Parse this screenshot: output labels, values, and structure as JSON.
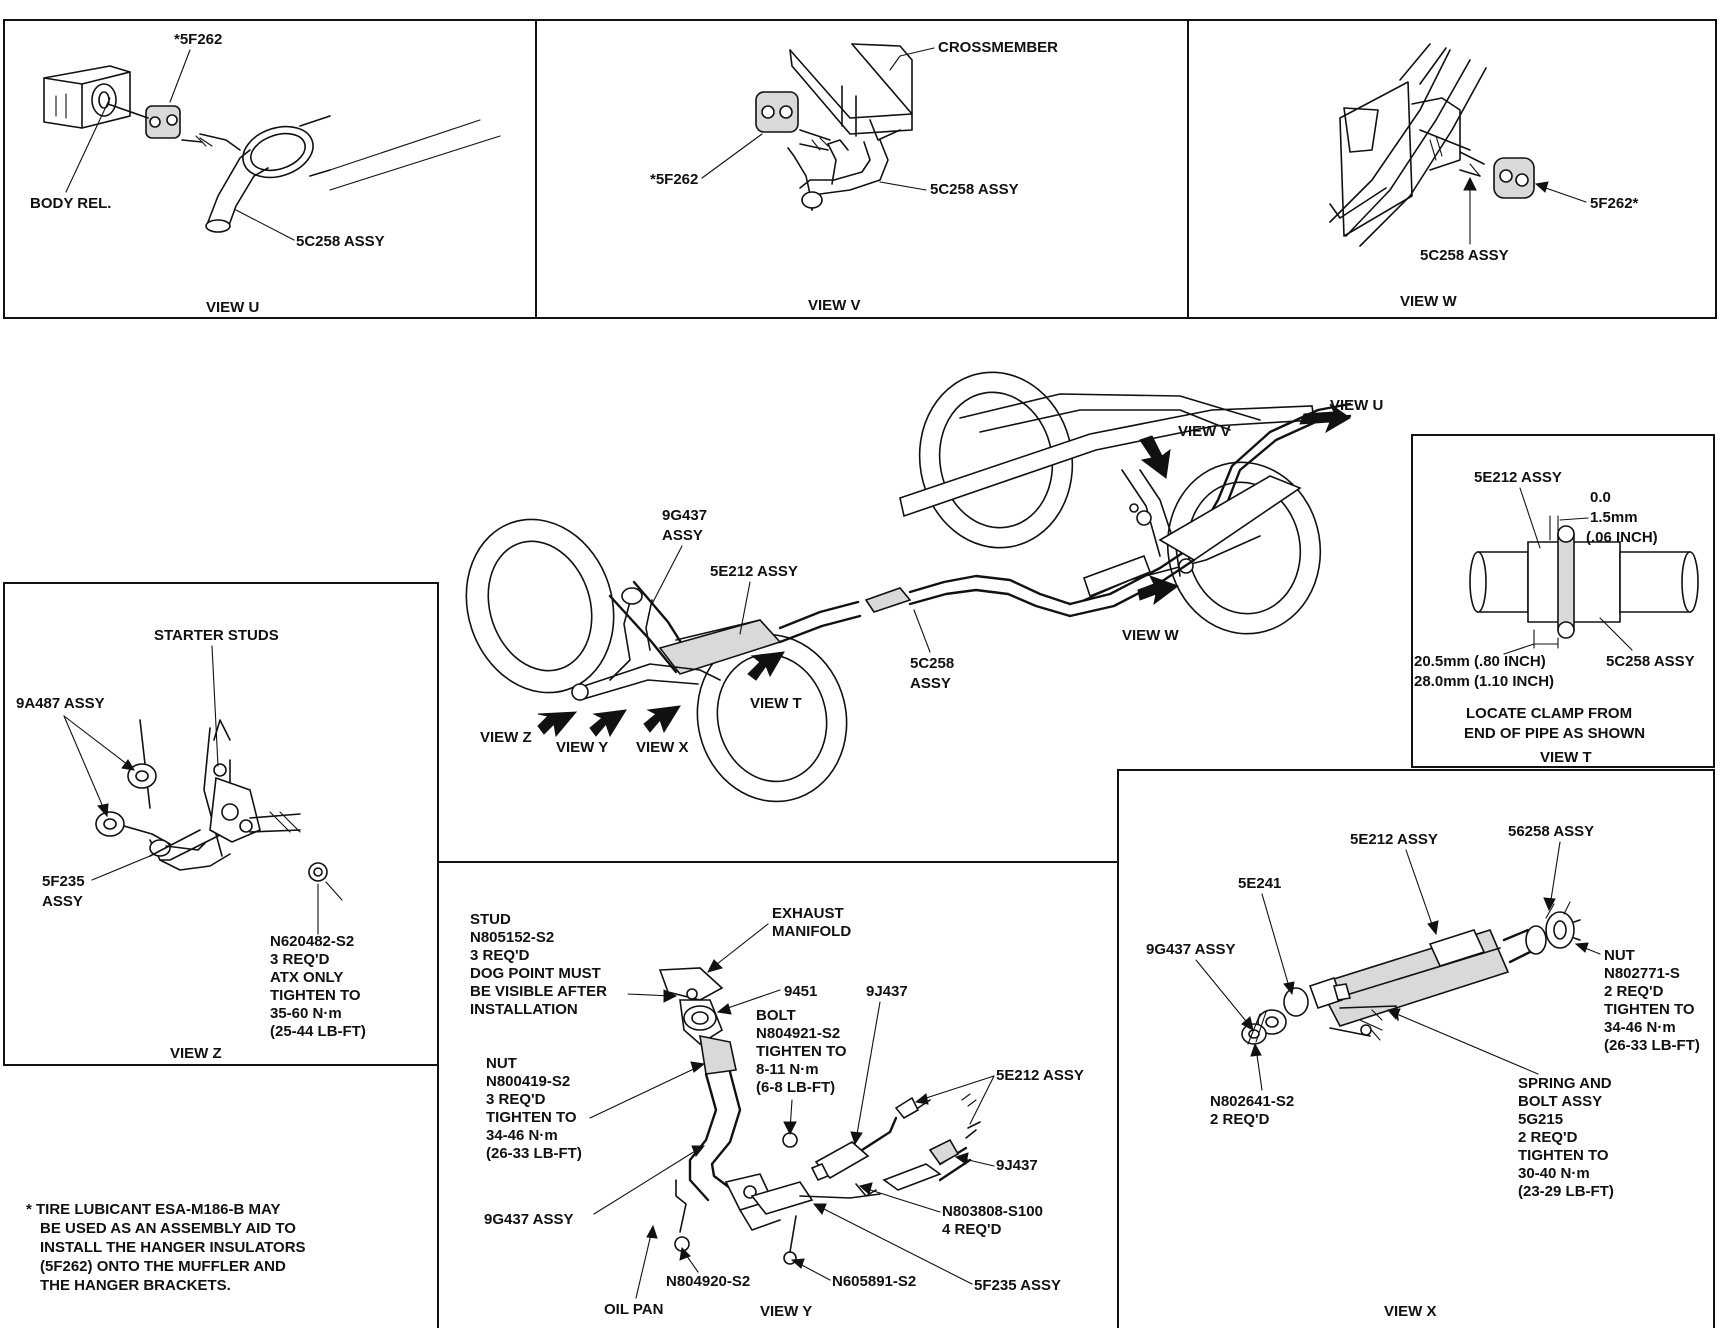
{
  "footnote": [
    "* TIRE LUBICANT ESA-M186-B MAY",
    "BE USED AS AN ASSEMBLY AID TO",
    "INSTALL THE HANGER INSULATORS",
    "(5F262) ONTO THE MUFFLER AND",
    "THE HANGER BRACKETS."
  ],
  "view_u": {
    "title": "VIEW U",
    "insulator": "*5F262",
    "body_rel": "BODY REL.",
    "assy": "5C258 ASSY"
  },
  "view_v": {
    "title": "VIEW V",
    "crossmember": "CROSSMEMBER",
    "insulator": "*5F262",
    "assy": "5C258 ASSY"
  },
  "view_w": {
    "title": "VIEW W",
    "insulator": "5F262*",
    "assy": "5C258 ASSY"
  },
  "main": {
    "view_u": "VIEW U",
    "view_v": "VIEW V",
    "view_w": "VIEW W",
    "view_t": "VIEW T",
    "view_z": "VIEW Z",
    "view_y": "VIEW Y",
    "view_x": "VIEW X",
    "part_9g437": [
      "9G437",
      "ASSY"
    ],
    "part_5e212": "5E212 ASSY",
    "part_5c258": [
      "5C258",
      "ASSY"
    ]
  },
  "view_t": {
    "title": "VIEW T",
    "part_5e212": "5E212 ASSY",
    "gap": [
      "0.0",
      "1.5mm",
      "(.06 INCH)"
    ],
    "offset": [
      "20.5mm (.80 INCH)",
      "28.0mm (1.10 INCH)"
    ],
    "part_5c258": "5C258 ASSY",
    "note": [
      "LOCATE CLAMP FROM",
      "END OF PIPE AS SHOWN"
    ]
  },
  "view_z": {
    "title": "VIEW Z",
    "starter_studs": "STARTER STUDS",
    "part_9a487": "9A487 ASSY",
    "part_5f235": [
      "5F235",
      "ASSY"
    ],
    "nut": [
      "N620482-S2",
      "3 REQ'D",
      "ATX ONLY",
      "TIGHTEN TO",
      "35-60 N·m",
      "(25-44 LB-FT)"
    ]
  },
  "view_y": {
    "title": "VIEW Y",
    "stud": [
      "STUD",
      "N805152-S2",
      "3 REQ'D",
      "DOG POINT MUST",
      "BE VISIBLE AFTER",
      "INSTALLATION"
    ],
    "manifold": [
      "EXHAUST",
      "MANIFOLD"
    ],
    "part_9451": "9451",
    "bolt": [
      "BOLT",
      "N804921-S2",
      "TIGHTEN TO",
      "8-11 N·m",
      "(6-8 LB-FT)"
    ],
    "part_9j437_top": "9J437",
    "nut": [
      "NUT",
      "N800419-S2",
      "3 REQ'D",
      "TIGHTEN TO",
      "34-46 N·m",
      "(26-33 LB-FT)"
    ],
    "part_5e212": "5E212 ASSY",
    "part_9j437": "9J437",
    "part_9g437": "9G437 ASSY",
    "n803808": [
      "N803808-S100",
      "4 REQ'D"
    ],
    "n804920": "N804920-S2",
    "n605891": "N605891-S2",
    "part_5f235": "5F235 ASSY",
    "oil_pan": "OIL PAN"
  },
  "view_x": {
    "title": "VIEW X",
    "part_5e212": "5E212 ASSY",
    "part_5c258": "56258 ASSY",
    "part_5e241": "5E241",
    "part_9g437": "9G437 ASSY",
    "nut": [
      "NUT",
      "N802771-S",
      "2 REQ'D",
      "TIGHTEN TO",
      "34-46 N·m",
      "(26-33 LB-FT)"
    ],
    "n802641": [
      "N802641-S2",
      "2 REQ'D"
    ],
    "spring": [
      "SPRING AND",
      "BOLT ASSY",
      "5G215",
      "2 REQ'D",
      "TIGHTEN TO",
      "30-40 N·m",
      "(23-29 LB-FT)"
    ]
  }
}
